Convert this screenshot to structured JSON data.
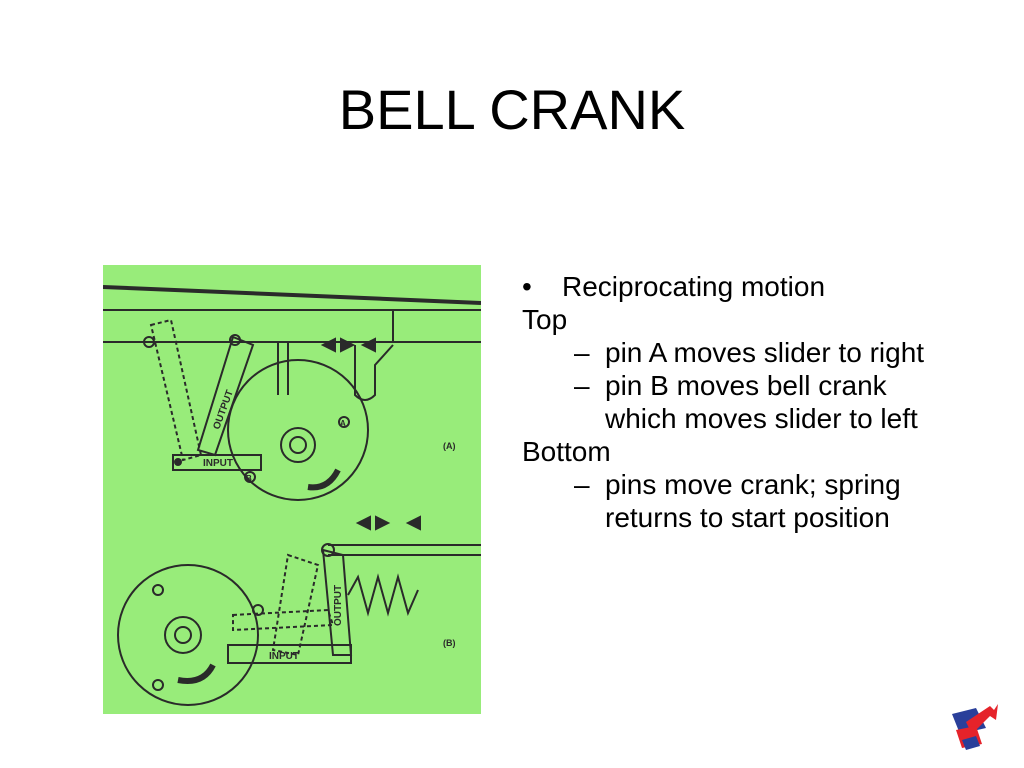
{
  "slide": {
    "title": "BELL CRANK"
  },
  "figure": {
    "labels": {
      "output_top": "OUTPUT",
      "input_top": "INPUT",
      "output_bottom": "OUTPUT",
      "input_bottom": "INPUT",
      "panel_a": "(A)",
      "panel_b": "(B)",
      "pin_a": "A",
      "pin_b": "B"
    }
  },
  "content": {
    "bullet": "Reciprocating motion",
    "top_heading": "Top",
    "top_items": [
      "pin A moves slider to right",
      "pin B moves bell crank which moves slider to left"
    ],
    "bottom_heading": "Bottom",
    "bottom_items": [
      "pins move crank; spring returns to start position"
    ],
    "bullet_glyph": "•",
    "dash_glyph": "–"
  },
  "colors": {
    "figure_bg": "#98ec7a",
    "line": "#2a2a2a",
    "logo_red": "#e5232a",
    "logo_blue": "#2a3f9a"
  }
}
